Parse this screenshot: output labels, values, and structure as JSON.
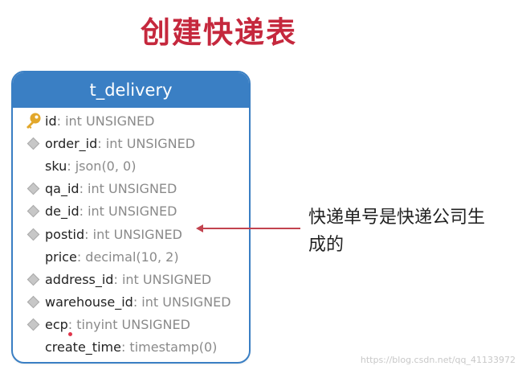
{
  "title": "创建快递表",
  "table": {
    "name": "t_delivery",
    "fields": [
      {
        "name": "id",
        "type": ": int UNSIGNED",
        "icon": "key-icon"
      },
      {
        "name": "order_id",
        "type": ": int UNSIGNED",
        "icon": "diamond-icon"
      },
      {
        "name": "sku",
        "type": ": json(0, 0)",
        "icon": ""
      },
      {
        "name": "qa_id",
        "type": ": int UNSIGNED",
        "icon": "diamond-icon"
      },
      {
        "name": "de_id",
        "type": ": int UNSIGNED",
        "icon": "diamond-icon"
      },
      {
        "name": "postid",
        "type": ": int UNSIGNED",
        "icon": "diamond-icon"
      },
      {
        "name": "price",
        "type": ": decimal(10, 2)",
        "icon": ""
      },
      {
        "name": "address_id",
        "type": ": int UNSIGNED",
        "icon": "diamond-icon"
      },
      {
        "name": "warehouse_id",
        "type": ": int UNSIGNED",
        "icon": "diamond-icon"
      },
      {
        "name": "ecp",
        "type": ": tinyint UNSIGNED",
        "icon": "diamond-icon"
      },
      {
        "name": "create_time",
        "type": ": timestamp(0)",
        "icon": ""
      }
    ]
  },
  "annotation": {
    "line1": "快递单号是快递公司生",
    "line2": "成的"
  },
  "watermark": "https://blog.csdn.net/qq_41133972",
  "colors": {
    "title": "#c5283d",
    "header": "#3a7fc4",
    "arrow": "#c2434f",
    "key": "#e2a72a"
  }
}
